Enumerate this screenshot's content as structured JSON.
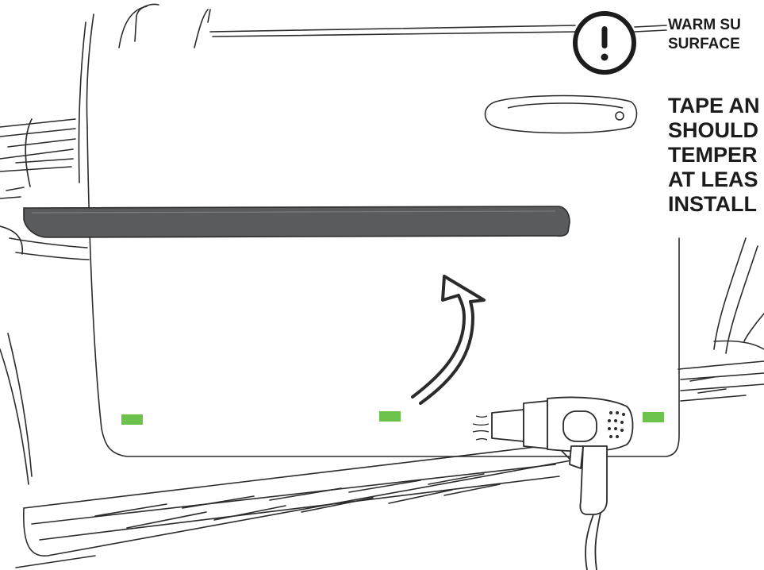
{
  "warning_icon": "exclamation-circle-icon",
  "callout_small": "WARM SU\nSURFACE",
  "callout_large": "TAPE AN\nSHOULD\nTEMPER\nAT LEAS\nINSTALL",
  "colors": {
    "line": "#2b2b2b",
    "molding": "#5a5b5c",
    "tape_marker": "#6cc24a",
    "callout_text": "#1c1c1c"
  },
  "tape_markers": {
    "count": 3
  }
}
